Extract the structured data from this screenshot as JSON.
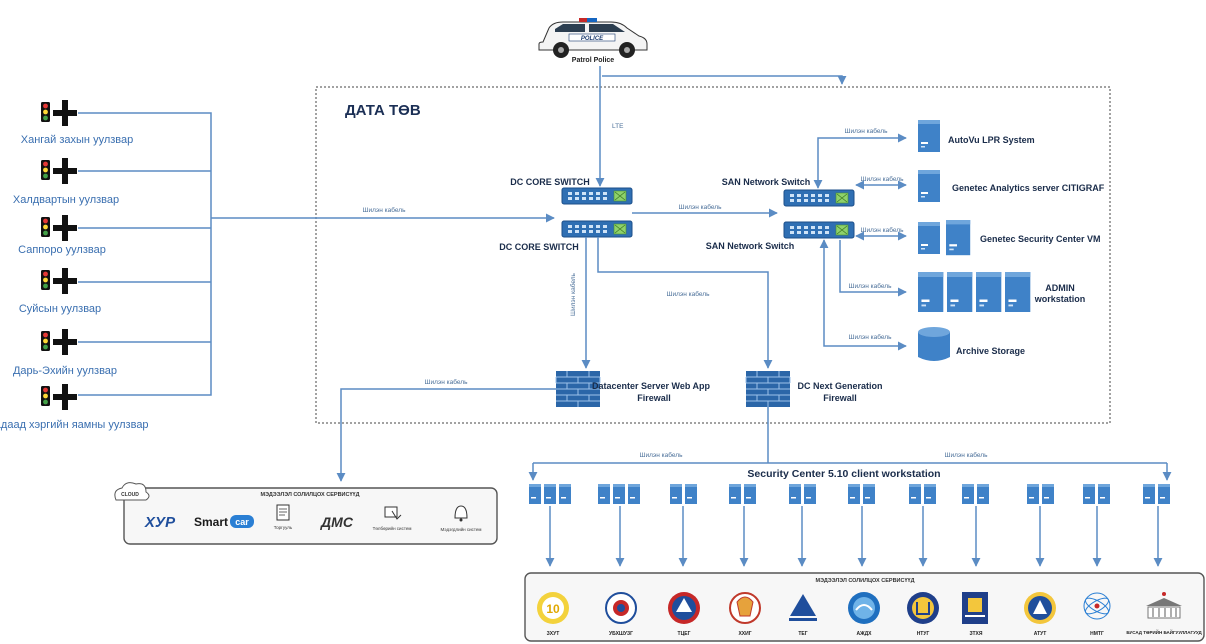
{
  "data_center_label": "ДАТА ТӨВ",
  "patrol": {
    "badge": "POLICE",
    "label": "Patrol Police",
    "uplink": "LTE"
  },
  "intersections": [
    "Хангай захын уулзвар",
    "Халдвартын уулзвар",
    "Саппоро уулзвар",
    "Суйсын уулзвар",
    "Дарь-Эхийн уулзвар",
    "Гадаад хэргийн яамны уулзвар"
  ],
  "nodes": {
    "core_switch_1": "DC CORE SWITCH",
    "core_switch_2": "DC CORE SWITCH",
    "san_switch_1": "SAN Network Switch",
    "san_switch_2": "SAN Network Switch",
    "autovu": "AutoVu LPR System",
    "analytics": "Genetec Analytics server CITIGRAF",
    "security_vm": "Genetec Security Center VM",
    "admin": "ADMIN workstation",
    "archive": "Archive Storage",
    "web_fw": "Datacenter Server Web App Firewall",
    "ng_fw": "DC Next Generation Firewall",
    "client_title": "Security Center 5.10 client workstation"
  },
  "cable_label": "Шилэн кабель",
  "cloud_panel": {
    "cloud_badge": "CLOUD",
    "title": "МЭДЭЭЛЭЛ СОЛИЛЦОХ СЕРВИСҮҮД",
    "items": [
      {
        "name": "ХУР",
        "caption": ""
      },
      {
        "name": "SmartCar",
        "caption": ""
      },
      {
        "name": "",
        "caption": "Торгууль"
      },
      {
        "name": "ДМС",
        "caption": ""
      },
      {
        "name": "",
        "caption": "Төлбөрийн систем"
      },
      {
        "name": "",
        "caption": "Мэдэгдлийн систем"
      }
    ]
  },
  "agency_panel": {
    "title": "МЭДЭЭЛЭЛ СОЛИЛЦОХ СЕРВИСҮҮД",
    "agencies": [
      "ЗХУТ",
      "УБХШУЗГ",
      "ТЦЕГ",
      "ХХИГ",
      "ТЕГ",
      "АЖДХ",
      "НТУГ",
      "ЗТХЯ",
      "АТУТ",
      "НМТГ",
      "БУСАД ТӨРИЙН БАЙГУУЛЛАГУУД"
    ]
  },
  "colors": {
    "line": "#5b8cc4",
    "panel_border": "#555555",
    "switch": "#2f6fb3",
    "firewall": "#2b66a8"
  }
}
